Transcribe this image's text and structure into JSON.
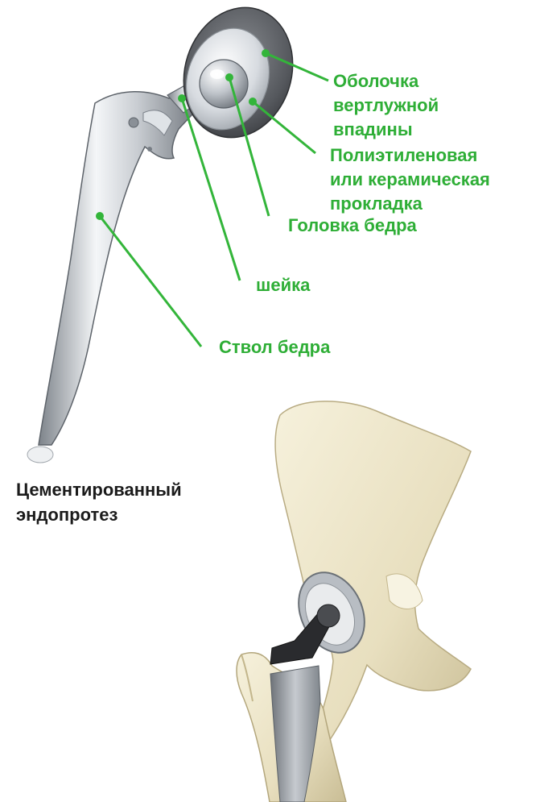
{
  "labels": {
    "cup_shell": {
      "lines": [
        "Оболочка",
        "вертлужной",
        "впадины"
      ]
    },
    "liner": {
      "lines": [
        "Полиэтиленовая",
        "или керамическая",
        "прокладка"
      ]
    },
    "femoral_head": {
      "text": "Головка бедра"
    },
    "neck": {
      "text": "шейка"
    },
    "stem": {
      "text": "Ствол бедра"
    }
  },
  "caption": {
    "lines": [
      "Цементированный",
      "эндопротез"
    ]
  },
  "colors": {
    "label_green": "#2eae36",
    "leader_green": "#33b53a",
    "caption_text": "#1b1b1b",
    "bone": "#ece4c7",
    "bone_shadow": "#c9bd95",
    "metal_light": "#f2f4f6",
    "metal_mid": "#b9bfc6",
    "metal_dark": "#6e747b",
    "shell_dark": "#4a4c50"
  }
}
